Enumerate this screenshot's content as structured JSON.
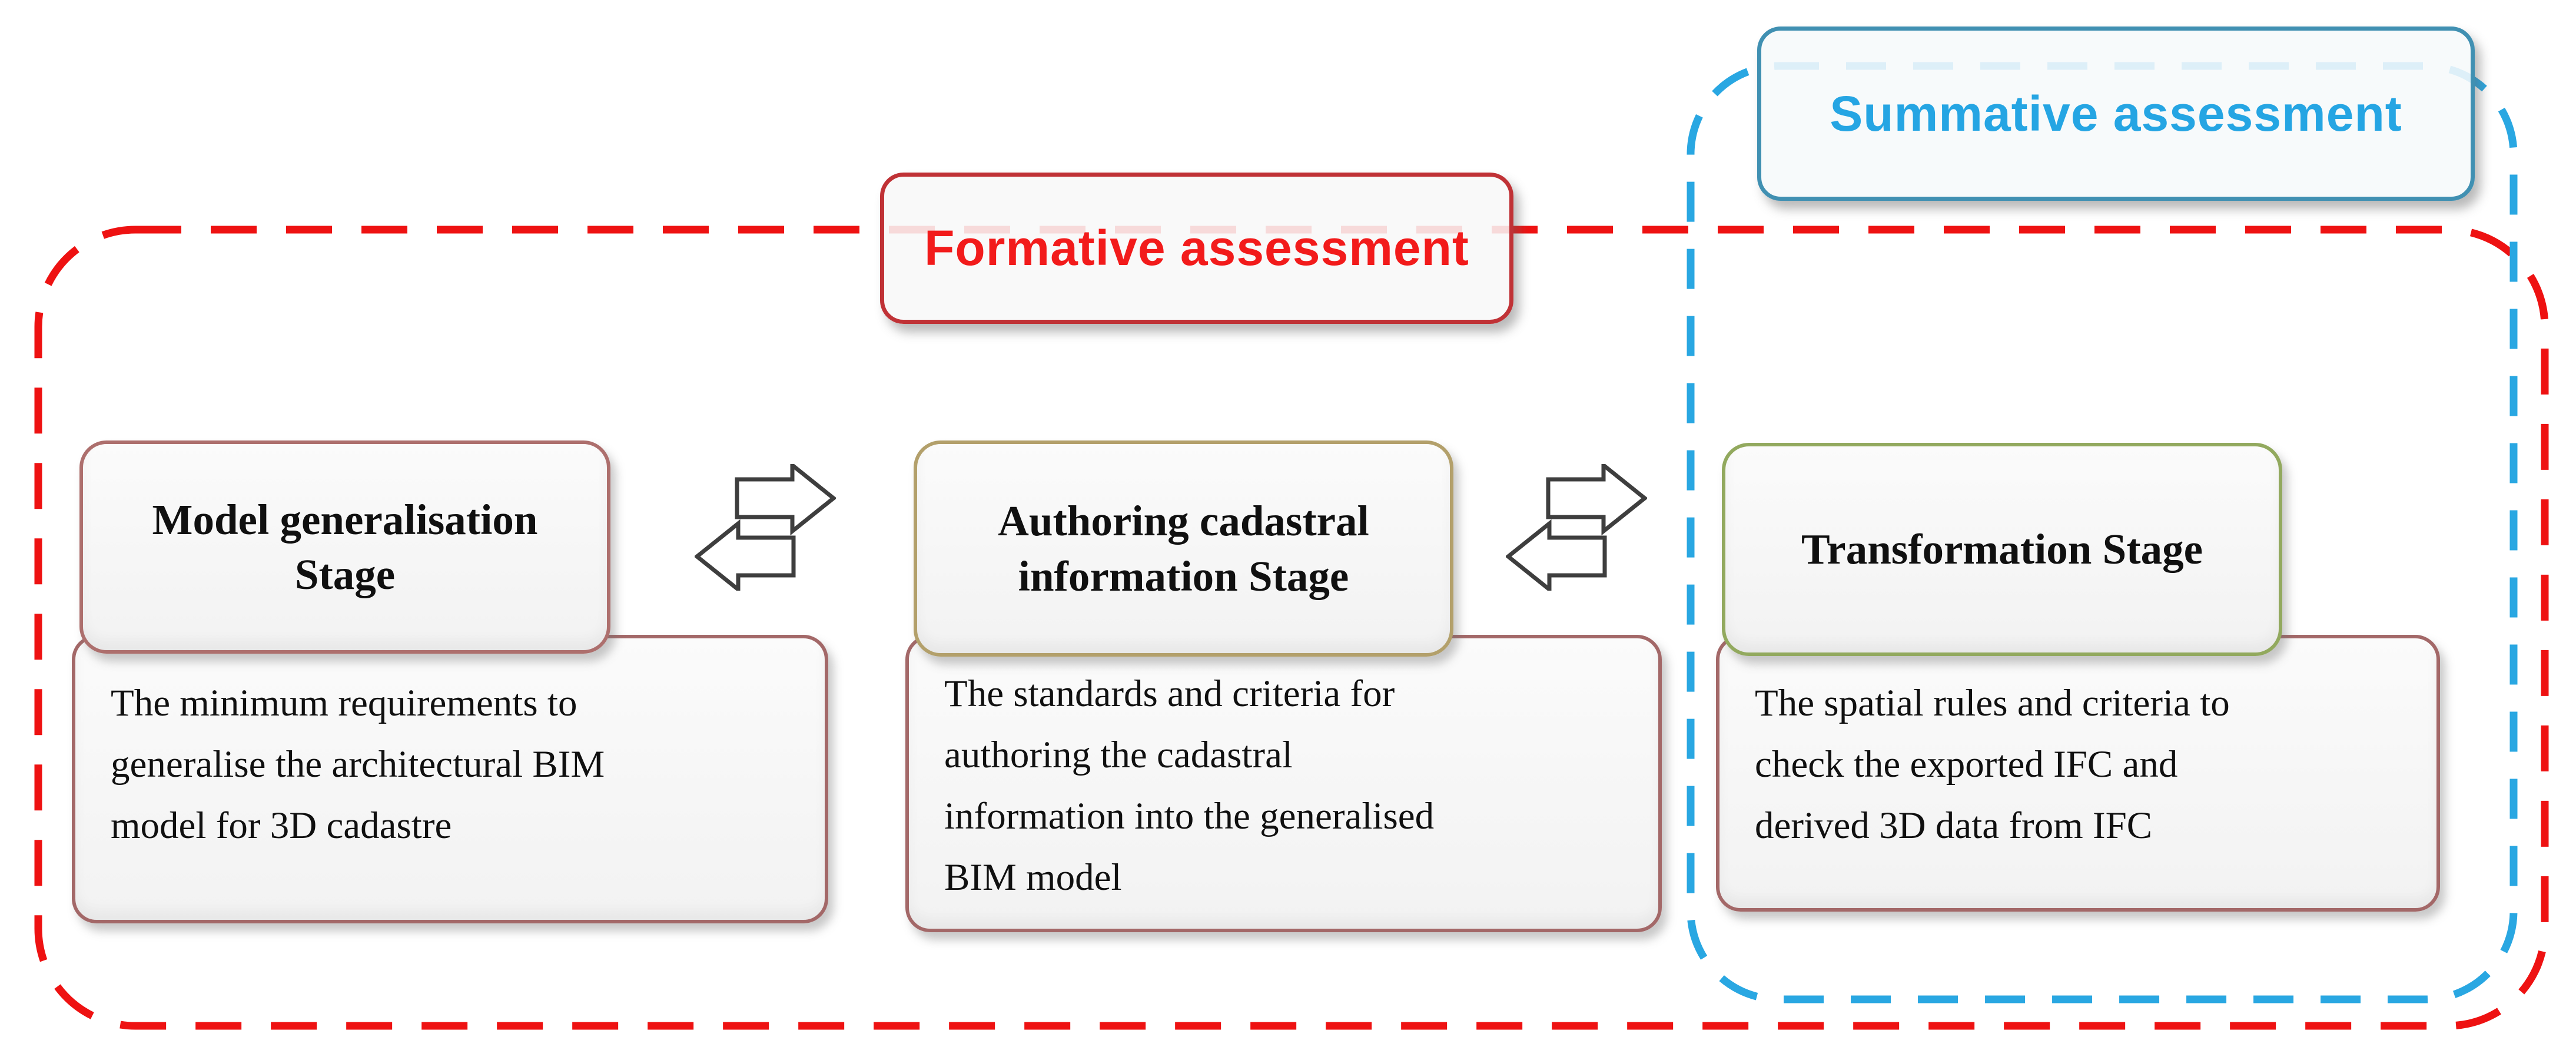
{
  "frames": {
    "formative": {
      "label": "Formative assessment"
    },
    "summative": {
      "label": "Summative assessment"
    }
  },
  "stages": [
    {
      "title": "Model generalisation\nStage",
      "description": "The minimum requirements to\ngeneralise the architectural BIM\nmodel for 3D cadastre"
    },
    {
      "title": "Authoring cadastral\ninformation Stage",
      "description": "The standards and criteria for\nauthoring the cadastral\ninformation into the generalised\nBIM model"
    },
    {
      "title": "Transformation Stage",
      "description": "The spatial rules and criteria to\ncheck the exported IFC and\nderived 3D data from IFC"
    }
  ],
  "colors": {
    "formative_dash": "#ee1212",
    "formative_text": "#f21b1b",
    "formative_border": "#c03236",
    "summative_dash": "#29a7e2",
    "summative_text": "#25a5e3",
    "summative_border": "#4090b2",
    "stage1_border": "#ad6f6d",
    "stage2_border": "#b3a06b",
    "stage3_border": "#92a95e",
    "desc_border": "#a36868",
    "arrow_stroke": "#3e3e3e"
  }
}
